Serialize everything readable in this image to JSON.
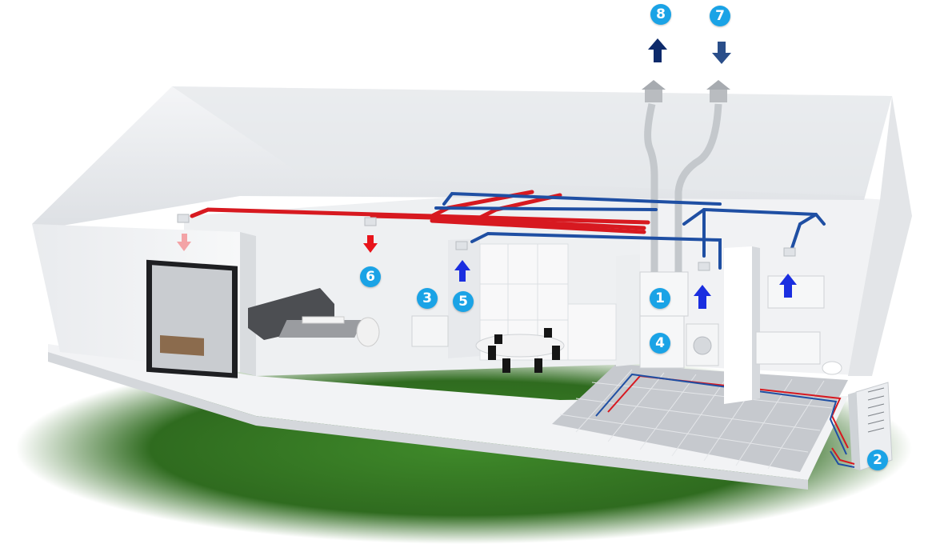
{
  "badges": {
    "b1": "1",
    "b2": "2",
    "b3": "3",
    "b4": "4",
    "b5": "5",
    "b6": "6",
    "b7": "7",
    "b8": "8"
  },
  "colors": {
    "badge": "#1aa3e6",
    "supply_duct": "#d71920",
    "extract_duct": "#1f4fa3",
    "exhaust_arrow": "#0d2a6b",
    "intake_arrow": "#2a4e8a",
    "room_arrow_blue": "#1a2ee0",
    "room_arrow_red": "#e8141b",
    "grass": "#2f6b1f"
  },
  "icons": [
    "up-arrow-icon",
    "down-arrow-icon"
  ]
}
